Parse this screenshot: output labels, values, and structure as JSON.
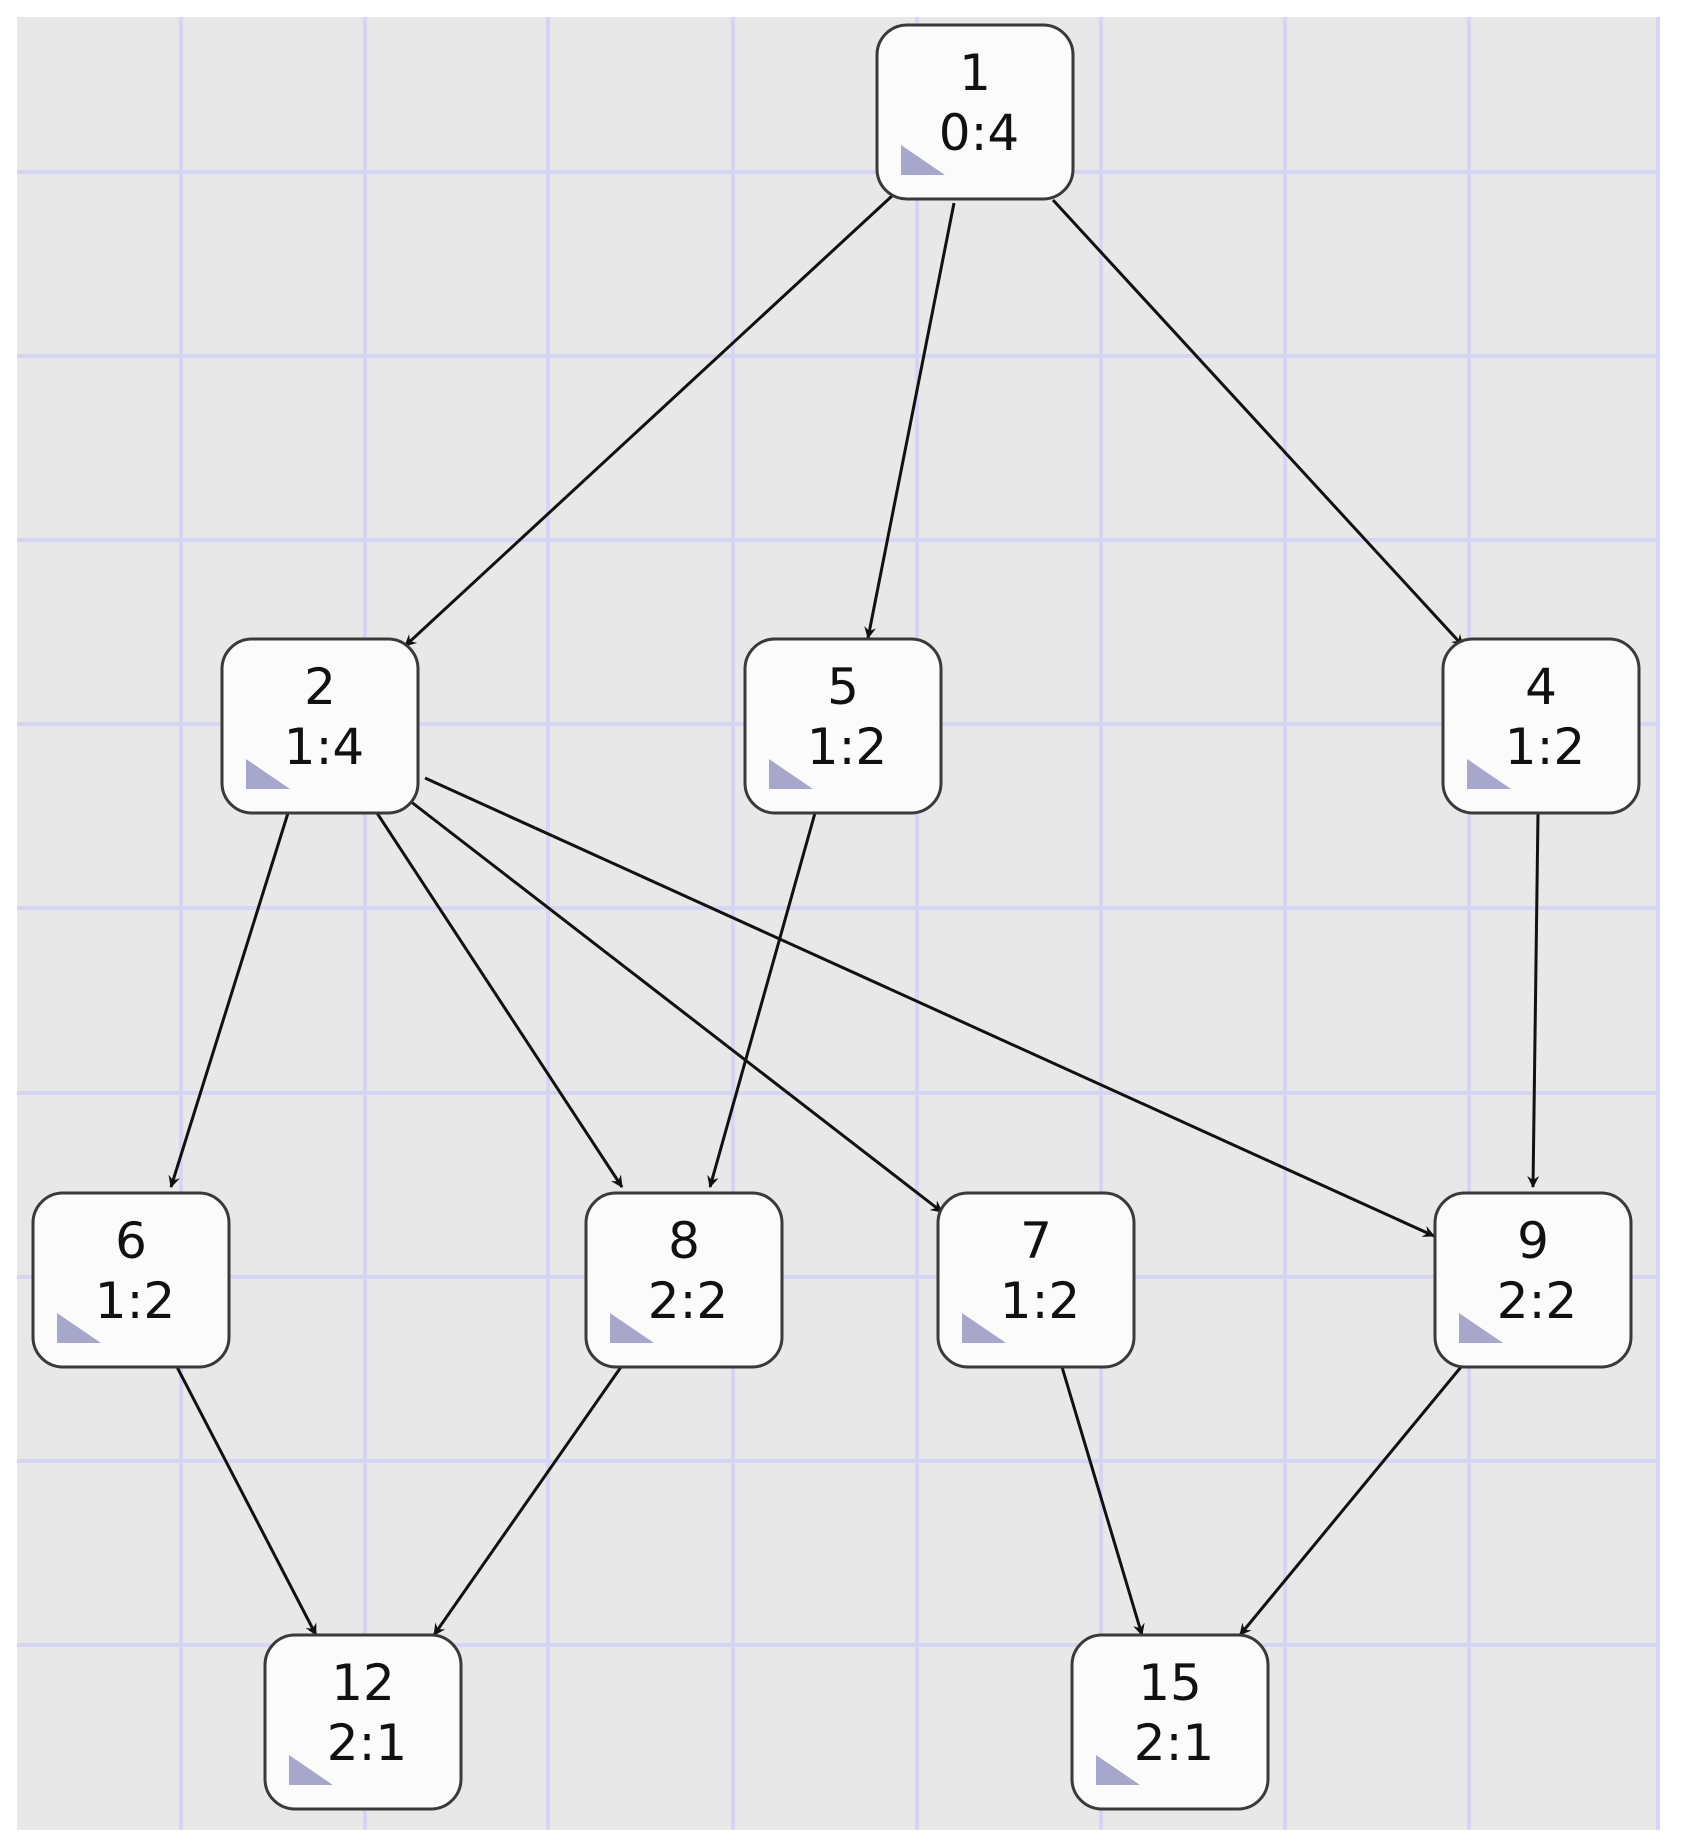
{
  "diagram": {
    "colors": {
      "page": "#ffffff",
      "canvas": "#e8e8e8",
      "grid_line": "#d6d6f4",
      "node_fill": "#fbfbfb",
      "node_border": "#3a3a3a",
      "node_marker": "#a7a7cc",
      "edge": "#111111"
    },
    "nodes": [
      {
        "id": "1",
        "label": "1",
        "sublabel": "0:4"
      },
      {
        "id": "2",
        "label": "2",
        "sublabel": "1:4"
      },
      {
        "id": "5",
        "label": "5",
        "sublabel": "1:2"
      },
      {
        "id": "4",
        "label": "4",
        "sublabel": "1:2"
      },
      {
        "id": "6",
        "label": "6",
        "sublabel": "1:2"
      },
      {
        "id": "8",
        "label": "8",
        "sublabel": "2:2"
      },
      {
        "id": "7",
        "label": "7",
        "sublabel": "1:2"
      },
      {
        "id": "9",
        "label": "9",
        "sublabel": "2:2"
      },
      {
        "id": "12",
        "label": "12",
        "sublabel": "2:1"
      },
      {
        "id": "15",
        "label": "15",
        "sublabel": "2:1"
      }
    ],
    "edges": [
      {
        "from": "1",
        "to": "2"
      },
      {
        "from": "1",
        "to": "5"
      },
      {
        "from": "1",
        "to": "4"
      },
      {
        "from": "2",
        "to": "6"
      },
      {
        "from": "2",
        "to": "8"
      },
      {
        "from": "2",
        "to": "7"
      },
      {
        "from": "2",
        "to": "9"
      },
      {
        "from": "5",
        "to": "8"
      },
      {
        "from": "4",
        "to": "9"
      },
      {
        "from": "6",
        "to": "12"
      },
      {
        "from": "8",
        "to": "12"
      },
      {
        "from": "7",
        "to": "15"
      },
      {
        "from": "9",
        "to": "15"
      }
    ]
  }
}
